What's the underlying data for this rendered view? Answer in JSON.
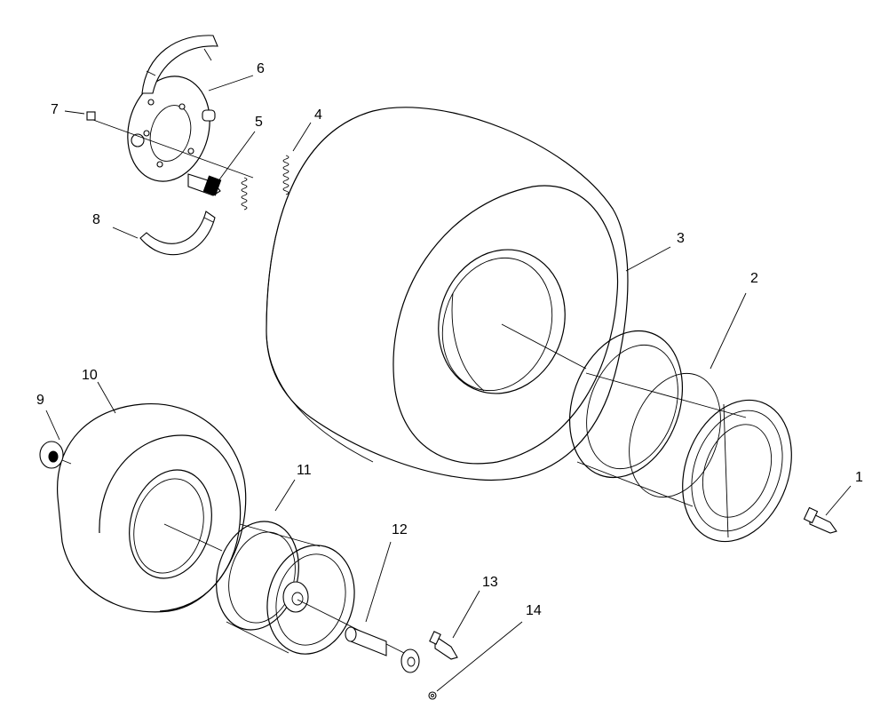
{
  "diagram": {
    "type": "exploded-parts-view",
    "callouts": [
      "1",
      "2",
      "3",
      "4",
      "5",
      "6",
      "7",
      "8",
      "9",
      "10",
      "11",
      "12",
      "13",
      "14"
    ]
  }
}
